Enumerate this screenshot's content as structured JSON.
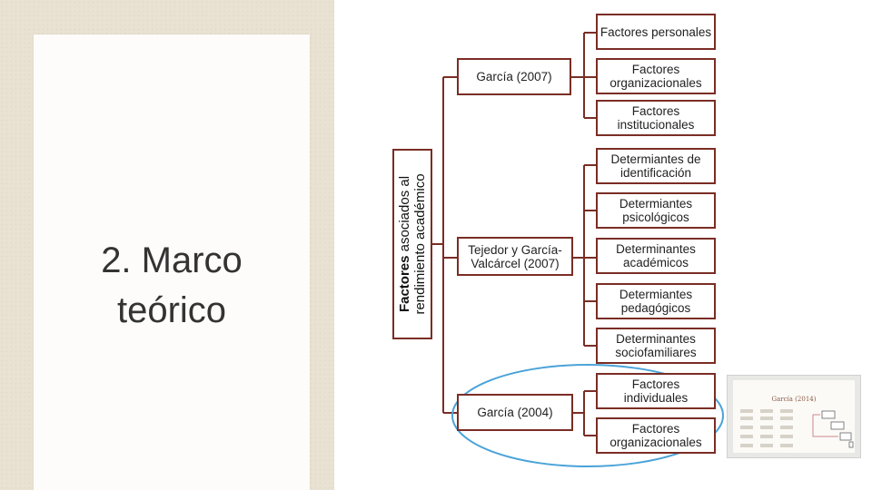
{
  "slide": {
    "title": "2. Marco\nteórico"
  },
  "diagram": {
    "root": {
      "bold": "Factores",
      "rest": " asociados al\nrendimiento académico"
    },
    "authors": {
      "garcia2007": "García (2007)",
      "tejedor2007": "Tejedor y García-\nValcárcel (2007)",
      "garcia2004": "García (2004)"
    },
    "factors": {
      "personales": "Factores personales",
      "organizacionales": "Factores\norganizacionales",
      "institucionales": "Factores\ninstitucionales",
      "identificacion": "Determiantes de\nidentificación",
      "psicologicos": "Determiantes\npsicológicos",
      "academicos": "Determinantes\nacadémicos",
      "pedagogicos": "Determiantes\npedagógicos",
      "sociofamiliares": "Determinantes\nsociofamiliares",
      "individuales": "Factores\nindividuales",
      "organizacionales2": "Factores\norganizacionales"
    },
    "colors": {
      "box_border": "#7a2d25",
      "connector": "#7a2d25",
      "highlight_ellipse": "#4aa3d8",
      "panel_bg": "#e9e2d3"
    }
  },
  "thumbnail": {
    "title": "García (2014)"
  }
}
